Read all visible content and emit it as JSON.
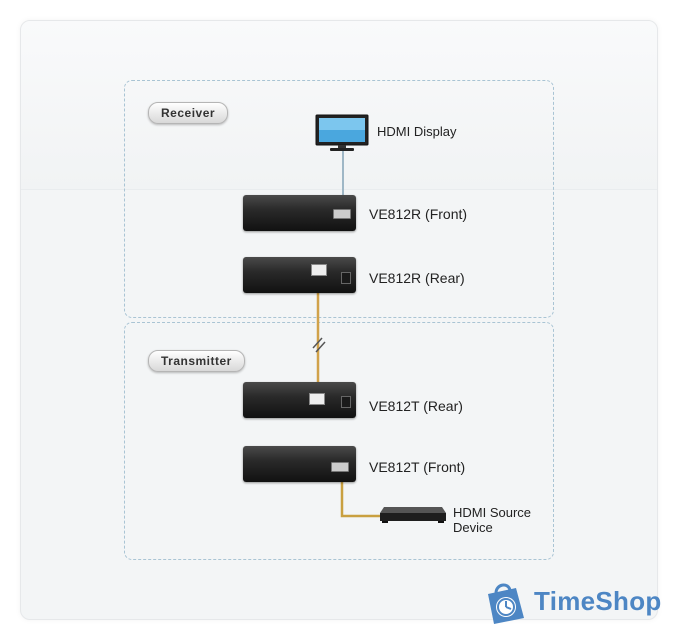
{
  "zones": {
    "receiver_label": "Receiver",
    "transmitter_label": "Transmitter"
  },
  "devices": {
    "display_label": "HDMI Display",
    "receiver_front": "VE812R (Front)",
    "receiver_rear": "VE812R (Rear)",
    "transmitter_rear": "VE812T (Rear)",
    "transmitter_front": "VE812T (Front)",
    "source_label_line1": "HDMI Source",
    "source_label_line2": "Device"
  },
  "colors": {
    "zone_border": "#a9c4d4",
    "cable_network": "#d1a24a",
    "cable_hdmi_display": "#9fb7c6",
    "cable_hdmi_source": "#c9a040"
  },
  "watermark": {
    "text": "TimeShop",
    "icon": "shopping-bag-clock-icon"
  }
}
